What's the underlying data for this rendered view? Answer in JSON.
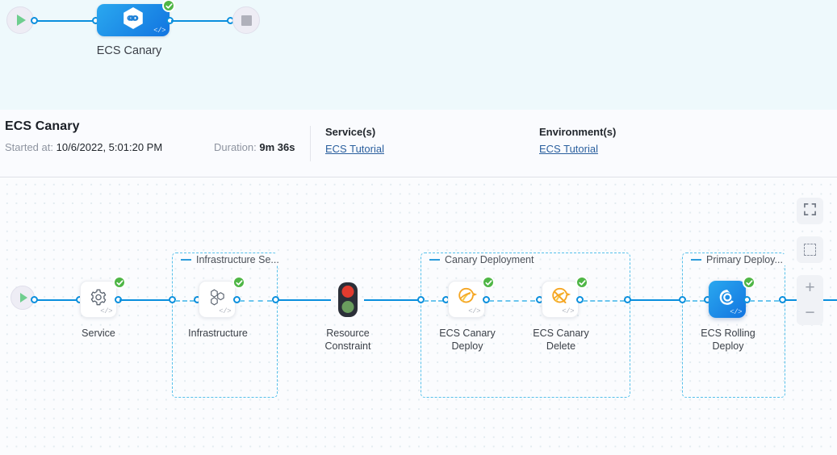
{
  "app": {
    "accent_blue": "#0a8fdd",
    "group_border": "#56c0ea",
    "success_green": "#4fb646",
    "top_strip_bg": "#eef9fc"
  },
  "top_pipeline": {
    "start_node": {
      "name": "start-node",
      "icon": "play-icon"
    },
    "end_node": {
      "name": "end-node",
      "icon": "stop-icon"
    },
    "stage": {
      "label": "ECS Canary",
      "icon": "pipeline-hexagon-infinity-icon",
      "status": "success",
      "code_badge": "</>"
    }
  },
  "info_bar": {
    "execution_name": "ECS Canary",
    "started_label": "Started at",
    "started_value": "10/6/2022, 5:01:20 PM",
    "duration_label": "Duration",
    "duration_value": "9m 36s",
    "services": {
      "label": "Service(s)",
      "value": "ECS Tutorial"
    },
    "environments": {
      "label": "Environment(s)",
      "value": "ECS Tutorial"
    }
  },
  "graph": {
    "groups": [
      {
        "id": "infrastructure-section",
        "label": "Infrastructure Se..."
      },
      {
        "id": "canary-deployment",
        "label": "Canary Deployment"
      },
      {
        "id": "primary-deployment",
        "label": "Primary Deploy..."
      }
    ],
    "steps": [
      {
        "id": "service",
        "label": "Service",
        "icon": "gear-icon",
        "status": "success",
        "code_badge": "</>",
        "selected": false
      },
      {
        "id": "infrastructure",
        "label": "Infrastructure",
        "icon": "hexagon-cluster-icon",
        "status": "success",
        "code_badge": "</>",
        "selected": false
      },
      {
        "id": "resource-constraint",
        "label": "Resource\nConstraint",
        "icon": "traffic-light-icon",
        "status": "none",
        "code_badge": "",
        "selected": false
      },
      {
        "id": "ecs-canary-deploy",
        "label": "ECS Canary\nDeploy",
        "icon": "canary-bird-icon",
        "status": "success",
        "code_badge": "</>",
        "selected": false
      },
      {
        "id": "ecs-canary-delete",
        "label": "ECS Canary\nDelete",
        "icon": "canary-bird-delete-icon",
        "status": "success",
        "code_badge": "</>",
        "selected": false
      },
      {
        "id": "ecs-rolling-deploy",
        "label": "ECS Rolling\nDeploy",
        "icon": "ecs-deploy-icon",
        "status": "success",
        "code_badge": "</>",
        "selected": true
      }
    ]
  },
  "canvas_controls": {
    "fullscreen": "expand-icon",
    "select_area": "selection-box-icon",
    "zoom_in": "+",
    "zoom_out": "−"
  }
}
